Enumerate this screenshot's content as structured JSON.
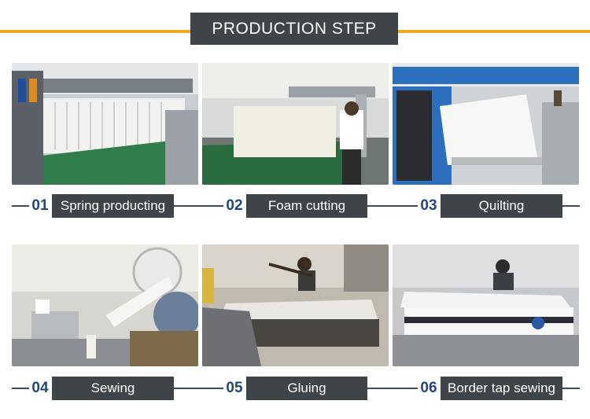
{
  "header": {
    "title": "PRODUCTION  STEP"
  },
  "colors": {
    "accent": "#f0a91e",
    "label_bg": "#3f4448",
    "number": "#24467a",
    "line": "#3a4a6b"
  },
  "steps": [
    {
      "number": "01",
      "label": "Spring producting",
      "photo": "spring-production-machine"
    },
    {
      "number": "02",
      "label": "Foam cutting",
      "photo": "foam-cutting-workshop"
    },
    {
      "number": "03",
      "label": "Quilting",
      "photo": "quilting-machine"
    },
    {
      "number": "04",
      "label": "Sewing",
      "photo": "sewing-machine"
    },
    {
      "number": "05",
      "label": "Gluing",
      "photo": "gluing-station"
    },
    {
      "number": "06",
      "label": "Border tap sewing",
      "photo": "border-tape-sewing"
    }
  ]
}
